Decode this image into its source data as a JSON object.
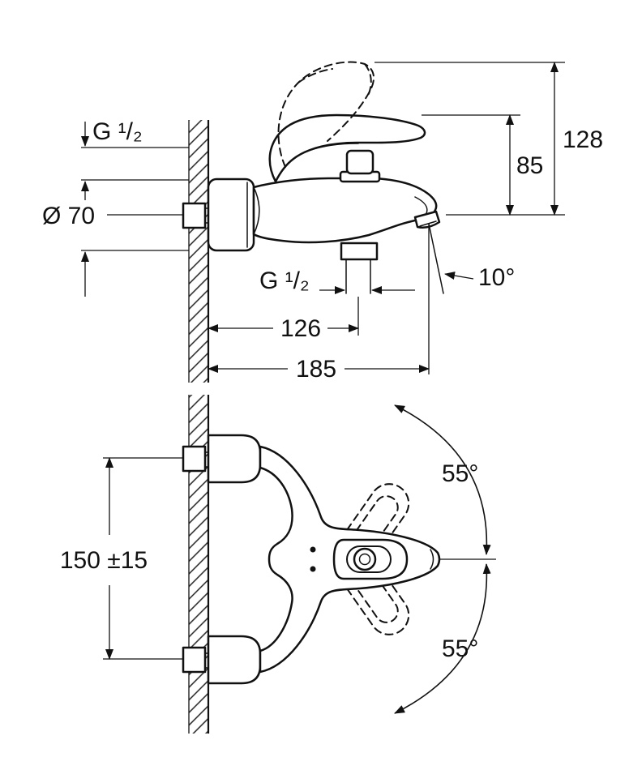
{
  "page": {
    "background": "#ffffff",
    "line_color": "#111111"
  },
  "side_view": {
    "thread_label_top": "G ¹/₂",
    "diameter_label": "Ø 70",
    "overall_height_label": "128",
    "handle_height_label": "85",
    "spout_angle_label": "10°",
    "thread_label_bottom": "G ¹/₂",
    "projection_inner_label": "126",
    "projection_overall_label": "185"
  },
  "plan_view": {
    "mounting_distance_label": "150 ±15",
    "swivel_upper_label": "55°",
    "swivel_lower_label": "55°"
  }
}
